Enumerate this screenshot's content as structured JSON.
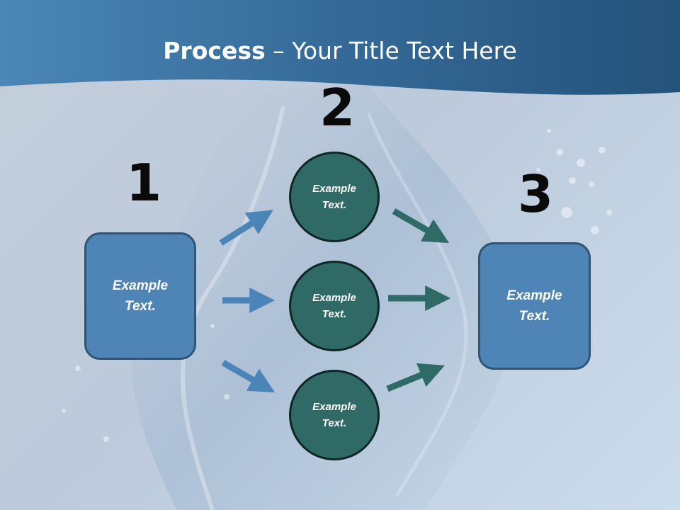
{
  "slide": {
    "title_bold": "Process",
    "title_rest": " – Your Title Text Here",
    "steps": [
      "1",
      "2",
      "3"
    ],
    "left_box": "Example\nText.",
    "right_box": "Example\nText.",
    "circles": [
      "Example\nText.",
      "Example\nText.",
      "Example\nText."
    ]
  },
  "colors": {
    "header": "#3d75a4",
    "box_fill": "#4f84b6",
    "circle_fill": "#2f6a67",
    "left_arrow": "#4b85b8",
    "right_arrow": "#2f6a67"
  }
}
